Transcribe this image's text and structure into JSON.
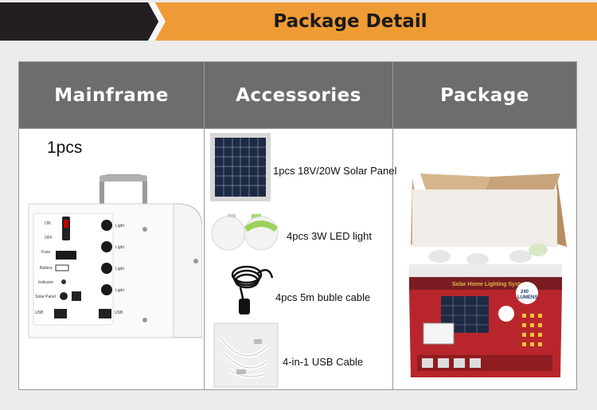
{
  "banner": {
    "title": "Package Detail"
  },
  "table": {
    "headers": [
      "Mainframe",
      "Accessories",
      "Package"
    ],
    "mainframe": {
      "quantity": "1pcs",
      "panel_labels": [
        "ON",
        "OFF",
        "Fuse",
        "Battery",
        "Indicator",
        "Solar Panel",
        "USB",
        "USB",
        "Light",
        "Light",
        "Light",
        "Light"
      ]
    },
    "accessories": [
      {
        "label": "1pcs 18V/20W Solar Panel",
        "icon": "solar-panel-icon"
      },
      {
        "label": "4pcs 3W LED light",
        "icon": "led-bulb-icon"
      },
      {
        "label": "4pcs 5m buble cable",
        "icon": "bulb-cable-icon"
      },
      {
        "label": "4-in-1 USB Cable",
        "icon": "usb-cable-icon"
      }
    ],
    "package": {
      "box_title": "Solar Home Lighting System",
      "lumens_value": "240",
      "lumens_unit": "LUMENS"
    }
  },
  "colors": {
    "banner_dark": "#231f20",
    "banner_orange": "#ef9b35",
    "header_gray": "#6d6d6d",
    "box_red": "#b8262c"
  }
}
